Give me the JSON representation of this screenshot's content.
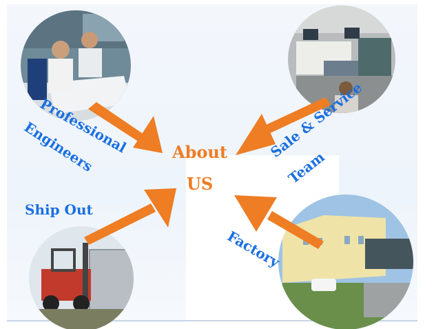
{
  "center": {
    "line1": "About",
    "line2": "US"
  },
  "labels": {
    "professional": "Professional",
    "engineers": "Engineers",
    "sale_service": "Sale & Service",
    "team": "Team",
    "ship_out": "Ship Out",
    "factory": "Factory"
  },
  "colors": {
    "label_blue": "#1a6fe0",
    "center_orange": "#ee7d24",
    "arrow_orange": "#ee7d24"
  },
  "photos": [
    {
      "name": "engineers-photo",
      "subject": "engineers-at-desk"
    },
    {
      "name": "sales-team-photo",
      "subject": "sales-office"
    },
    {
      "name": "shipping-photo",
      "subject": "forklift-loading-container"
    },
    {
      "name": "factory-photo",
      "subject": "factory-building"
    }
  ]
}
